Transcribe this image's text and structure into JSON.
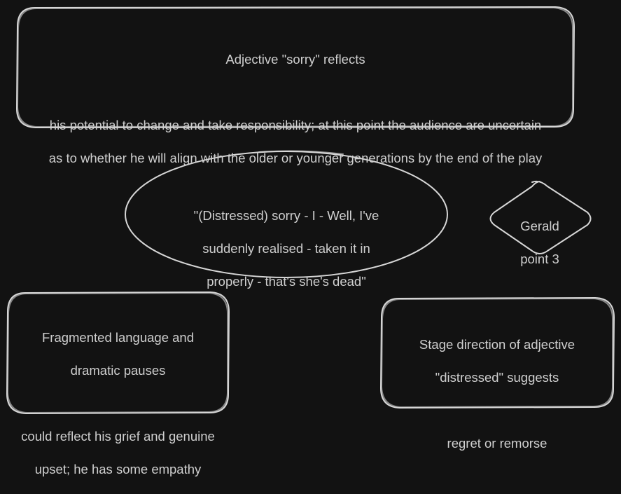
{
  "nodes": {
    "top_box": {
      "lines": [
        "Adjective \"sorry\" reflects",
        "",
        "his potential to change and take responsibility; at this point the audience are uncertain",
        "as to whether he will align with the older or younger generations by the end of the play"
      ]
    },
    "quote_ellipse": {
      "lines": [
        "\"(Distressed) sorry - I - Well, I've",
        "suddenly realised - taken it in",
        "properly - that's she's dead\""
      ]
    },
    "gerald_diamond": {
      "lines": [
        "Gerald",
        "point 3"
      ]
    },
    "left_box": {
      "lines": [
        "Fragmented language and",
        "dramatic pauses",
        "",
        "could reflect his grief and genuine",
        "upset; he has some empathy"
      ]
    },
    "right_box": {
      "lines": [
        "Stage direction of adjective",
        "\"distressed\" suggests",
        "",
        "regret or remorse"
      ]
    }
  },
  "colors": {
    "background": "#121212",
    "stroke": "#d6d6d6",
    "text": "#cfcfcf"
  }
}
